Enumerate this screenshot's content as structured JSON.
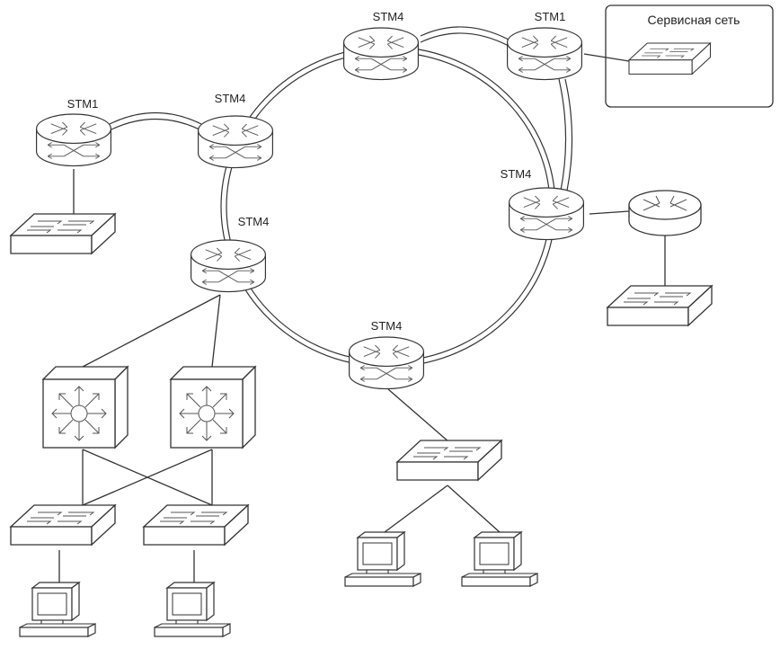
{
  "diagram": {
    "service_network_label": "Сервисная сеть",
    "routers": [
      {
        "id": "r-stm1-left",
        "label": "STM1"
      },
      {
        "id": "r-stm4-left",
        "label": "STM4"
      },
      {
        "id": "r-stm4-top",
        "label": "STM4"
      },
      {
        "id": "r-stm1-right",
        "label": "STM1"
      },
      {
        "id": "r-stm4-right",
        "label": "STM4"
      },
      {
        "id": "r-stm4-mid",
        "label": "STM4"
      },
      {
        "id": "r-stm4-bottom",
        "label": "STM4"
      },
      {
        "id": "r-extra",
        "label": ""
      }
    ]
  }
}
